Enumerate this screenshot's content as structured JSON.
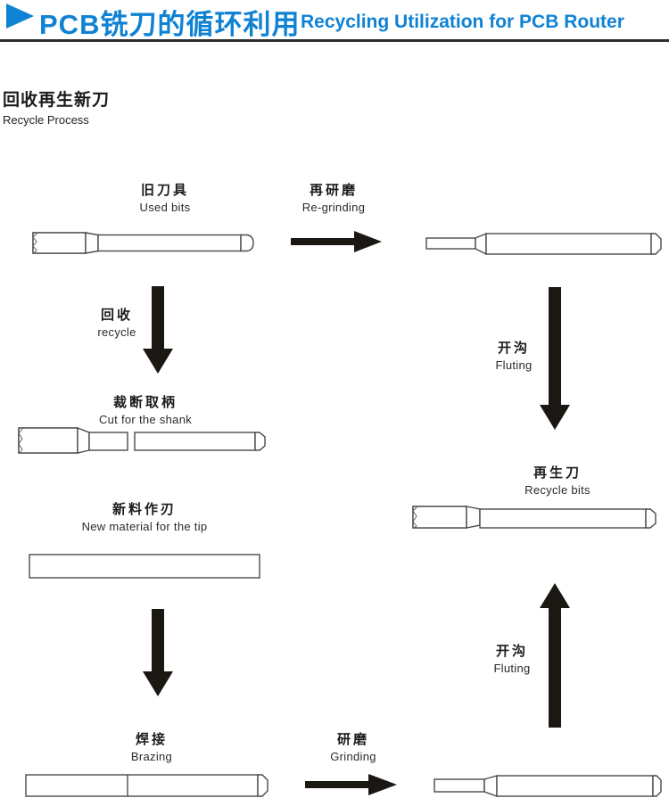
{
  "header": {
    "title_zh": "PCB铣刀的循环利用",
    "title_en": "Recycling Utilization for PCB Router"
  },
  "section": {
    "title_zh": "回收再生新刀",
    "title_en": "Recycle Process"
  },
  "steps": {
    "used_bits": {
      "zh": "旧刀具",
      "en": "Used bits"
    },
    "regrinding": {
      "zh": "再研磨",
      "en": "Re-grinding"
    },
    "recycle": {
      "zh": "回收",
      "en": "recycle"
    },
    "fluting_top": {
      "zh": "开沟",
      "en": "Fluting"
    },
    "cut_for_shank": {
      "zh": "裁断取柄",
      "en": "Cut for the shank"
    },
    "new_material": {
      "zh": "新料作刃",
      "en": "New material for the tip"
    },
    "recycle_bits": {
      "zh": "再生刀",
      "en": "Recycle bits"
    },
    "fluting_bottom": {
      "zh": "开沟",
      "en": "Fluting"
    },
    "brazing": {
      "zh": "焊接",
      "en": "Brazing"
    },
    "grinding": {
      "zh": "研磨",
      "en": "Grinding"
    }
  },
  "colors": {
    "accent_blue": "#0f82d4",
    "divider": "#2d2d2d",
    "drawing_line": "#4a4a4a",
    "arrow_fill": "#1b1712",
    "text": "#1a1a1a"
  }
}
